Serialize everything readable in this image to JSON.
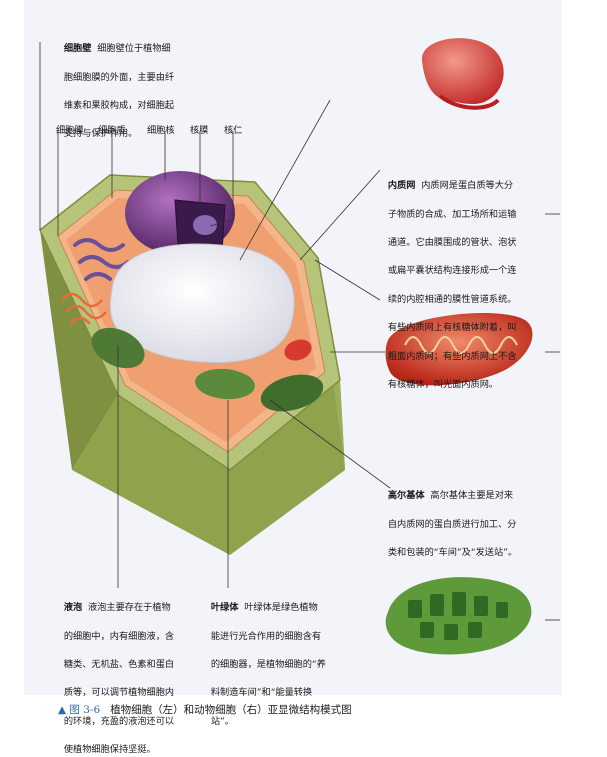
{
  "labels": {
    "cell_wall": {
      "term": "细胞壁",
      "desc_lines": [
        "  细胞壁位于植物细",
        "胞细胞膜的外面，主要由纤",
        "维素和果胶构成，对细胞起",
        "支持与保护作用。"
      ]
    },
    "top_row": [
      "细胞膜",
      "细胞质",
      "细胞核",
      "核膜",
      "核仁"
    ],
    "er": {
      "term": "内质网",
      "desc_lines": [
        "  内质网是蛋白质等大分",
        "子物质的合成、加工场所和运输",
        "通道。它由膜围成的管状、泡状",
        "或扁平囊状结构连接形成一个连",
        "续的内腔相通的膜性管道系统。",
        "有些内质网上有核糖体附着，叫",
        "粗面内质网；有些内质网上不含",
        "有核糖体，叫光面内质网。"
      ]
    },
    "golgi": {
      "term": "高尔基体",
      "desc_lines": [
        "  高尔基体主要是对来",
        "自内质网的蛋白质进行加工、分",
        "类和包装的“车间”及“发送站”。"
      ]
    },
    "vacuole": {
      "term": "液泡",
      "desc_lines": [
        "  液泡主要存在于植物",
        "的细胞中，内有细胞液，含",
        "糖类、无机盐、色素和蛋白",
        "质等，可以调节植物细胞内",
        "的环境，充盈的液泡还可以",
        "使植物细胞保持坚挺。"
      ]
    },
    "chloroplast": {
      "term": "叶绿体",
      "desc_lines": [
        "  叶绿体是绿色植物",
        "能进行光合作用的细胞含有",
        "的细胞器，是植物细胞的“养",
        "料制造车间”和“能量转换",
        "站”。"
      ]
    }
  },
  "caption": {
    "figure_number": "图 3-6",
    "text": "植物细胞（左）和动物细胞（右）亚显微结构模式图"
  },
  "colors": {
    "panel_bg": "#f2f4fa",
    "cell_wall": "#a9b86a",
    "cytoplasm": "#f0a070",
    "nucleus": "#7a3c8a",
    "vacuole": "#f4f4f8",
    "chloroplast": "#4f7a35",
    "mitochondrion": "#d63a2e",
    "golgi": "#e04a4a",
    "caption_blue": "#2b6cb0"
  }
}
